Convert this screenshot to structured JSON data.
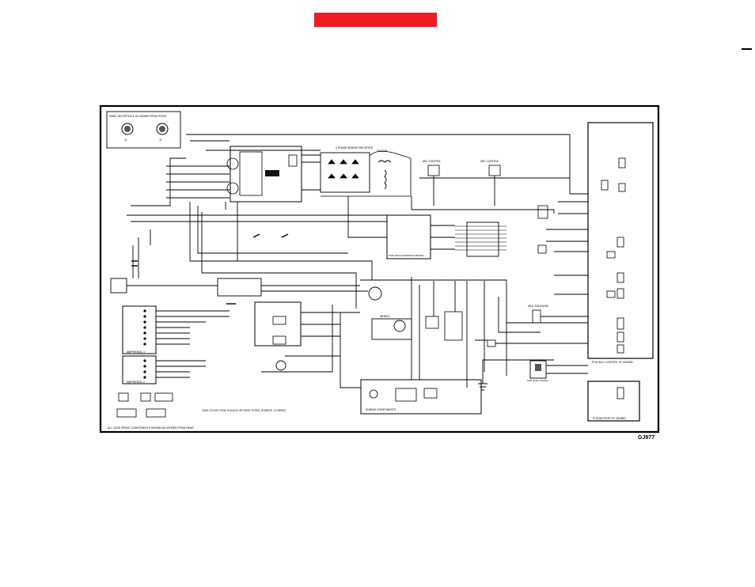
{
  "colors": {
    "accent_bar": "#ee1c25",
    "ink": "#000000",
    "paper": "#ffffff"
  },
  "figure_id": "GJ977",
  "inset": {
    "title": "PANEL RECEPTACLE AS VIEWED FROM FRONT",
    "receptacle_a": "J1",
    "receptacle_b": "J2"
  },
  "labels": {
    "three_phase_bridge": "3 PHASE BRIDGE RECTIFIER",
    "stator": "STATOR",
    "arc_control_a": "ARC CONTROL",
    "arc_control_b": "ARC CONTROL",
    "pcb_analog": "PCB ANALOG/REMOTE BOARD",
    "amphenol_1": "AMPHENOL 1",
    "amphenol_2": "AMPHENOL 2",
    "engine_components": "ENGINE COMPONENTS",
    "wheel": "WHEEL",
    "idle_solenoid": "IDLE SOLENOID",
    "pcb_control": "PCB IDLE CONTROL PC BOARD",
    "pcb_battery": "PCB BATTERY PC BOARD",
    "pcb_display": "PCB Option Display",
    "lead_colors": "LEAD COLOR CODE: B-BLACK OR GRAY; R-RED; W-WHITE; G-GREEN",
    "view_note": "ALL CASE FRONT COMPONENTS SHOWN AS VIEWED FROM REAR"
  }
}
